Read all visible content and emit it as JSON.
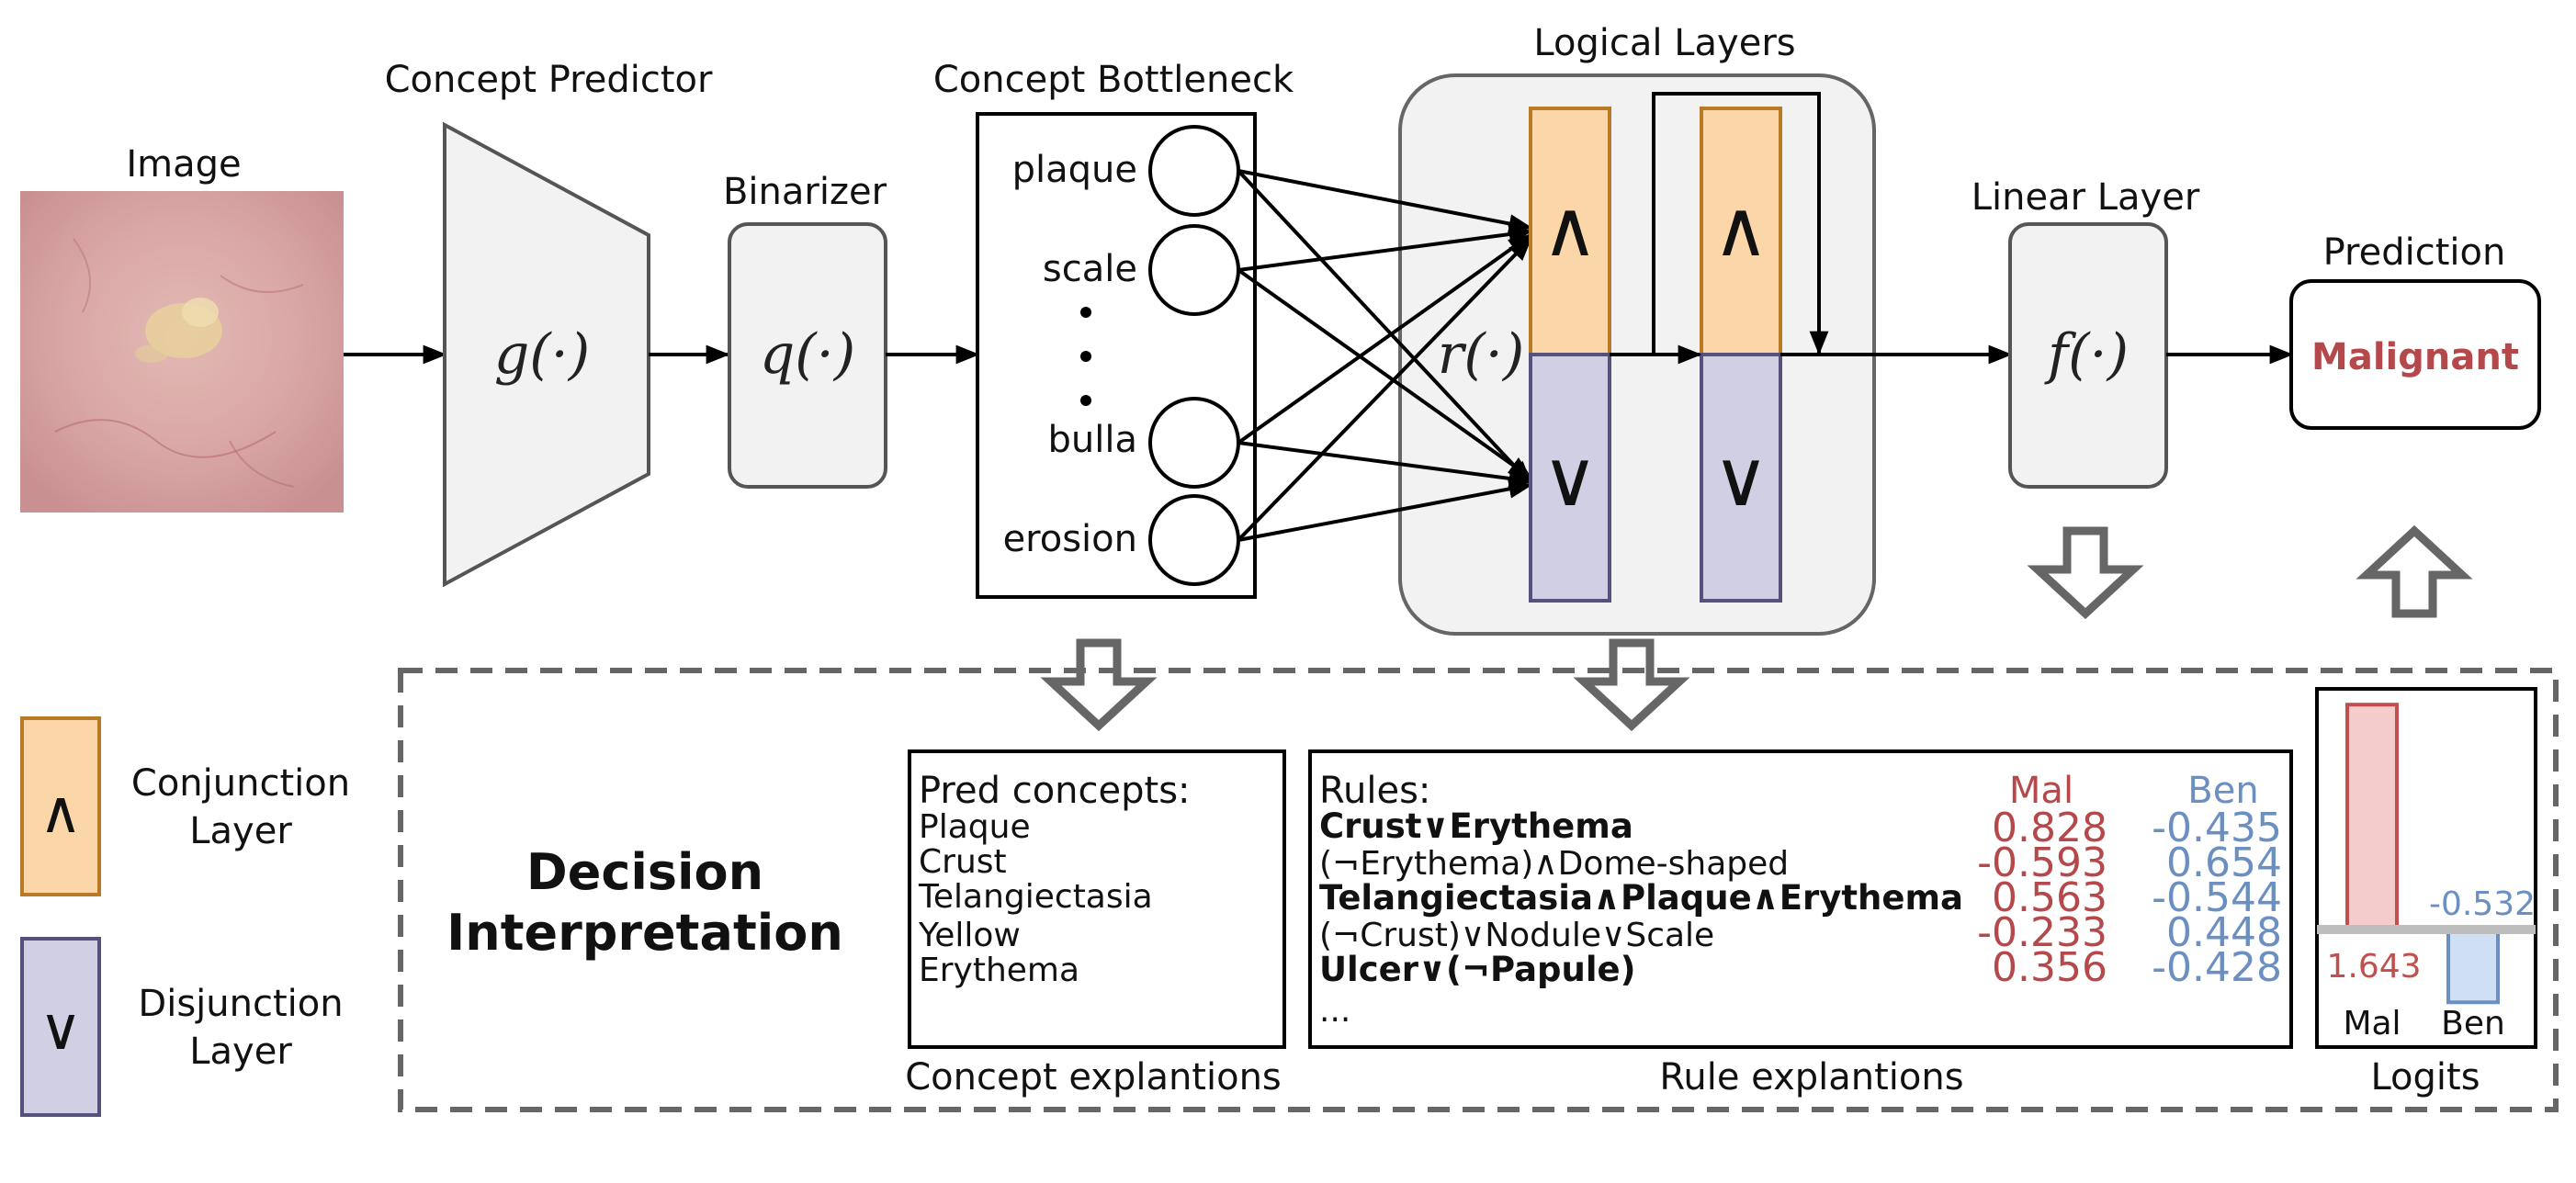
{
  "image_block": {
    "title": "Image"
  },
  "concept_predictor": {
    "title": "Concept Predictor",
    "fn": "g(·)"
  },
  "binarizer": {
    "title": "Binarizer",
    "fn": "q(·)"
  },
  "bottleneck": {
    "title": "Concept Bottleneck",
    "concepts": [
      "plaque",
      "scale",
      "bulla",
      "erosion"
    ]
  },
  "logical_layers": {
    "title": "Logical Layers",
    "fn": "r(·)",
    "and_sym": "∧",
    "or_sym": "∨"
  },
  "linear_layer": {
    "title": "Linear Layer",
    "fn": "f(·)"
  },
  "prediction": {
    "title": "Prediction",
    "value": "Malignant"
  },
  "legend": {
    "conjunction": {
      "sym": "∧",
      "line1": "Conjunction",
      "line2": "Layer"
    },
    "disjunction": {
      "sym": "∨",
      "line1": "Disjunction",
      "line2": "Layer"
    }
  },
  "decision": {
    "line1": "Decision",
    "line2": "Interpretation"
  },
  "concept_expl": {
    "header": "Pred concepts:",
    "items": [
      "Plaque",
      "Crust",
      "Telangiectasia",
      "Yellow",
      "Erythema"
    ],
    "caption": "Concept explantions"
  },
  "rule_expl": {
    "header": "Rules:",
    "mal_header": "Mal",
    "ben_header": "Ben",
    "rules": [
      {
        "text": "Crust∨Erythema",
        "mal": "0.828",
        "ben": "-0.435",
        "bold": true
      },
      {
        "text": "(¬Erythema)∧Dome-shaped",
        "mal": "-0.593",
        "ben": "0.654",
        "bold": false
      },
      {
        "text": "Telangiectasia∧Plaque∧Erythema",
        "mal": "0.563",
        "ben": "-0.544",
        "bold": true
      },
      {
        "text": "(¬Crust)∨Nodule∨Scale",
        "mal": "-0.233",
        "ben": "0.448",
        "bold": false
      },
      {
        "text": "Ulcer∨(¬Papule)",
        "mal": "0.356",
        "ben": "-0.428",
        "bold": true
      }
    ],
    "ellipsis": "...",
    "caption": "Rule explantions"
  },
  "logits": {
    "caption": "Logits",
    "chart_data": {
      "type": "bar",
      "categories": [
        "Mal",
        "Ben"
      ],
      "values": [
        1.643,
        -0.532
      ],
      "value_labels": [
        "1.643",
        "-0.532"
      ],
      "colors": [
        "#f5cccc",
        "#cfe0f5"
      ],
      "edge_colors": [
        "#c0504d",
        "#6a8fc0"
      ],
      "ylim": [
        -0.6,
        2.6
      ]
    }
  },
  "colors": {
    "conj_fill": "#fad6a9",
    "conj_edge": "#b87a24",
    "disj_fill": "#d0cfe3",
    "disj_edge": "#55517a",
    "panel_fill": "#f2f2f2",
    "mal_red": "#b5484b",
    "ben_blue": "#6a8fc0"
  }
}
